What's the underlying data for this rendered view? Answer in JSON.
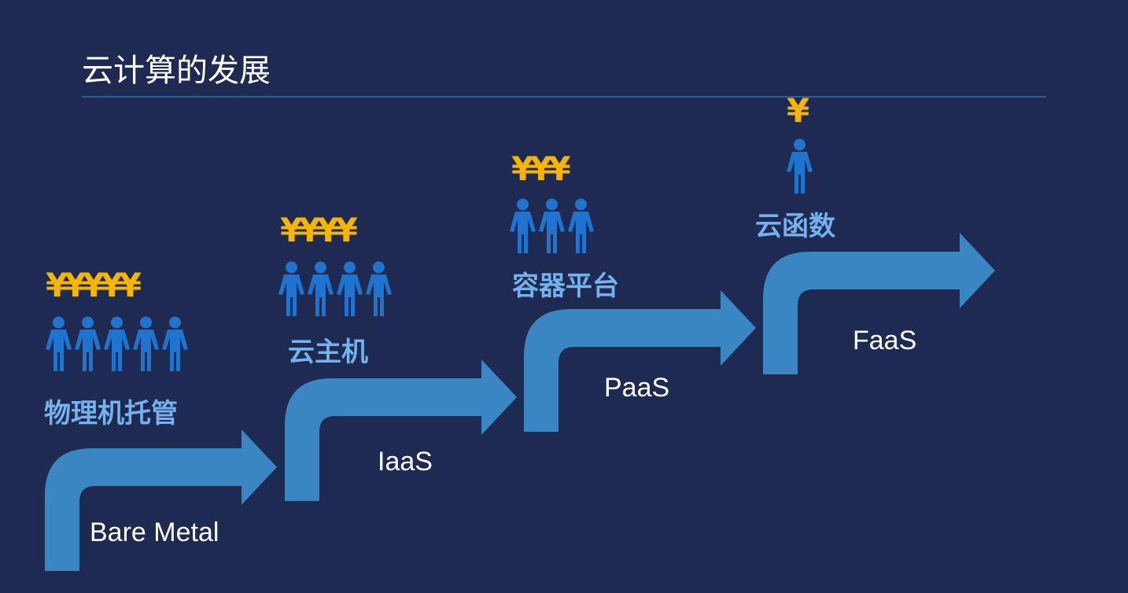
{
  "title": "云计算的发展",
  "colors": {
    "background": "#1e2a52",
    "arrow": "#3a86c2",
    "money": "#f7b500",
    "person": "#1e74cf",
    "stage_name": "#74b2ee"
  },
  "stages": [
    {
      "money": "¥¥¥¥¥",
      "people_count": 5,
      "name": "物理机托管",
      "label": "Bare Metal"
    },
    {
      "money": "¥¥¥¥",
      "people_count": 4,
      "name": "云主机",
      "label": "IaaS"
    },
    {
      "money": "¥¥¥",
      "people_count": 3,
      "name": "容器平台",
      "label": "PaaS"
    },
    {
      "money": "¥",
      "people_count": 1,
      "name": "云函数",
      "label": "FaaS"
    }
  ]
}
